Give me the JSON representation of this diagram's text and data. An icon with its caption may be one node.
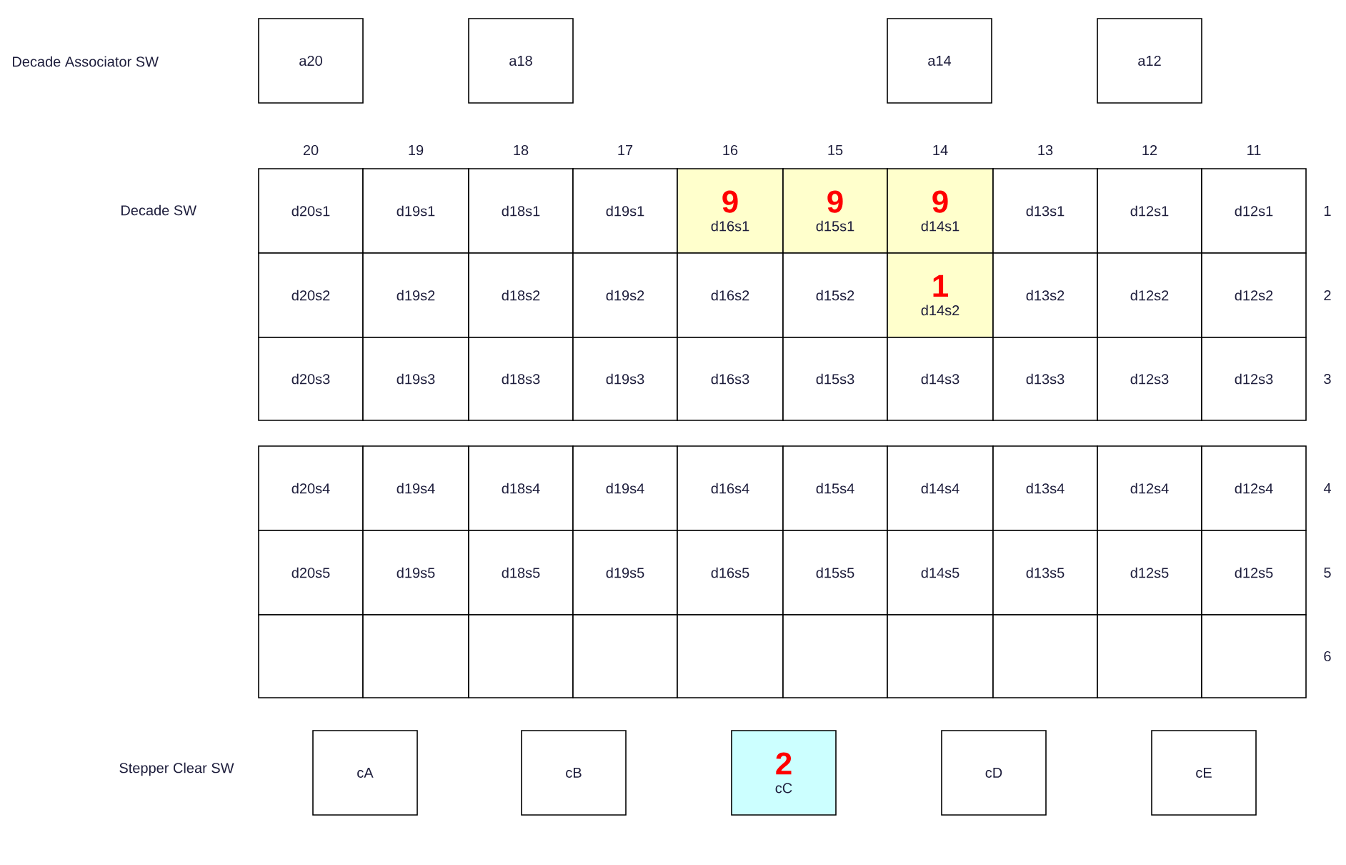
{
  "diagram": {
    "nodes": [
      {
        "text": [
          "a20"
        ]
      },
      {
        "text": [
          "a18"
        ]
      },
      {
        "text": [
          "a14"
        ]
      },
      {
        "text": [
          "a12"
        ]
      },
      {
        "text": [
          "d20s1"
        ]
      },
      {
        "text": [
          "d19s1"
        ]
      },
      {
        "text": [
          "d18s1"
        ]
      },
      {
        "text": [
          "d19s1"
        ]
      },
      {
        "text": [
          "9",
          "d16s1"
        ]
      },
      {
        "text": [
          "9",
          "d15s1"
        ]
      },
      {
        "text": [
          "9",
          "d14s1"
        ]
      },
      {
        "text": [
          "d13s1"
        ]
      },
      {
        "text": [
          "d12s1"
        ]
      },
      {
        "text": [
          "d12s1"
        ]
      },
      {
        "text": [
          "d20s2"
        ]
      },
      {
        "text": [
          "d19s2"
        ]
      },
      {
        "text": [
          "d18s2"
        ]
      },
      {
        "text": [
          "d19s2"
        ]
      },
      {
        "text": [
          "d16s2"
        ]
      },
      {
        "text": [
          "d15s2"
        ]
      },
      {
        "text": [
          "1",
          "d14s2"
        ]
      },
      {
        "text": [
          "d13s2"
        ]
      },
      {
        "text": [
          "d12s2"
        ]
      },
      {
        "text": [
          "d12s2"
        ]
      },
      {
        "text": [
          "d20s3"
        ]
      },
      {
        "text": [
          "d19s3"
        ]
      },
      {
        "text": [
          "d18s3"
        ]
      },
      {
        "text": [
          "d19s3"
        ]
      },
      {
        "text": [
          "d16s3"
        ]
      },
      {
        "text": [
          "d15s3"
        ]
      },
      {
        "text": [
          "d14s3"
        ]
      },
      {
        "text": [
          "d13s3"
        ]
      },
      {
        "text": [
          "d12s3"
        ]
      },
      {
        "text": [
          "d12s3"
        ]
      },
      {
        "text": [
          "d20s4"
        ]
      },
      {
        "text": [
          "d19s4"
        ]
      },
      {
        "text": [
          "d18s4"
        ]
      },
      {
        "text": [
          "d19s4"
        ]
      },
      {
        "text": [
          "d16s4"
        ]
      },
      {
        "text": [
          "d15s4"
        ]
      },
      {
        "text": [
          "d14s4"
        ]
      },
      {
        "text": [
          "d13s4"
        ]
      },
      {
        "text": [
          "d12s4"
        ]
      },
      {
        "text": [
          "d12s4"
        ]
      },
      {
        "text": [
          "d20s5"
        ]
      },
      {
        "text": [
          "d19s5"
        ]
      },
      {
        "text": [
          "d18s5"
        ]
      },
      {
        "text": [
          "d19s5"
        ]
      },
      {
        "text": [
          "d16s5"
        ]
      },
      {
        "text": [
          "d15s5"
        ]
      },
      {
        "text": [
          "d14s5"
        ]
      },
      {
        "text": [
          "d13s5"
        ]
      },
      {
        "text": [
          "d12s5"
        ]
      },
      {
        "text": [
          "d12s5"
        ]
      },
      {
        "text": [],
        "shape": "box"
      },
      {
        "text": [],
        "shape": "box"
      },
      {
        "text": [],
        "shape": "box"
      },
      {
        "text": [],
        "shape": "box"
      },
      {
        "text": [],
        "shape": "box"
      },
      {
        "text": [],
        "shape": "box"
      },
      {
        "text": [],
        "shape": "box"
      },
      {
        "text": [],
        "shape": "box"
      },
      {
        "text": [],
        "shape": "box"
      },
      {
        "text": [],
        "shape": "box"
      },
      {
        "text": [
          "cA"
        ]
      },
      {
        "text": [
          "cB"
        ]
      },
      {
        "text": [
          "2",
          "cC"
        ]
      },
      {
        "text": [
          "cD"
        ]
      },
      {
        "text": [
          "cE"
        ]
      }
    ],
    "labels": [
      "Decade Associator SW",
      "20",
      "19",
      "18",
      "17",
      "16",
      "15",
      "14",
      "13",
      "12",
      "11",
      "Decade SW",
      "1",
      "2",
      "3",
      "4",
      "5",
      "6",
      "Stepper Clear SW"
    ]
  }
}
